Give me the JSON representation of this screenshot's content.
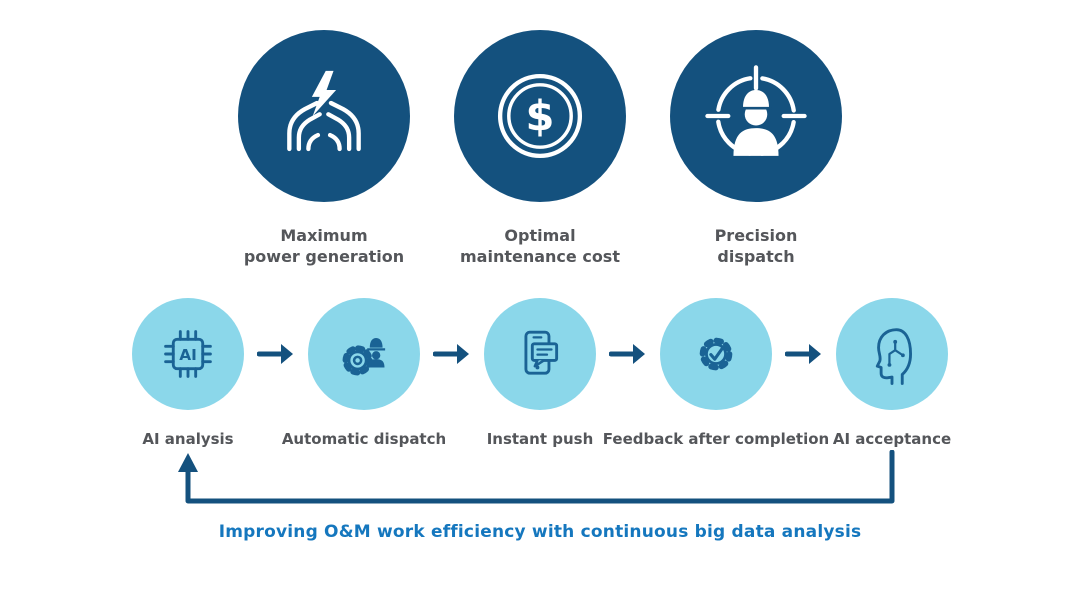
{
  "colors": {
    "dark_blue": "#14517E",
    "cyan": "#8BD7EA",
    "icon_blue": "#1A6395",
    "arrow_blue": "#14517E",
    "caption_blue": "#1577BE",
    "label_gray": "#54565A"
  },
  "benefits": [
    {
      "label": "Maximum\npower generation",
      "icon": "hands-power-icon"
    },
    {
      "label": "Optimal\nmaintenance cost",
      "icon": "dollar-coin-icon"
    },
    {
      "label": "Precision\ndispatch",
      "icon": "worker-target-icon"
    }
  ],
  "steps": [
    {
      "label": "AI analysis",
      "icon": "ai-chip-icon"
    },
    {
      "label": "Automatic dispatch",
      "icon": "gear-worker-icon"
    },
    {
      "label": "Instant push",
      "icon": "phone-message-icon"
    },
    {
      "label": "Feedback after completion",
      "icon": "gear-check-icon"
    },
    {
      "label": "AI acceptance",
      "icon": "head-circuit-icon"
    }
  ],
  "chip_text": "AI",
  "dollar_text": "$",
  "caption": "Improving O&M work efficiency with continuous big data analysis"
}
